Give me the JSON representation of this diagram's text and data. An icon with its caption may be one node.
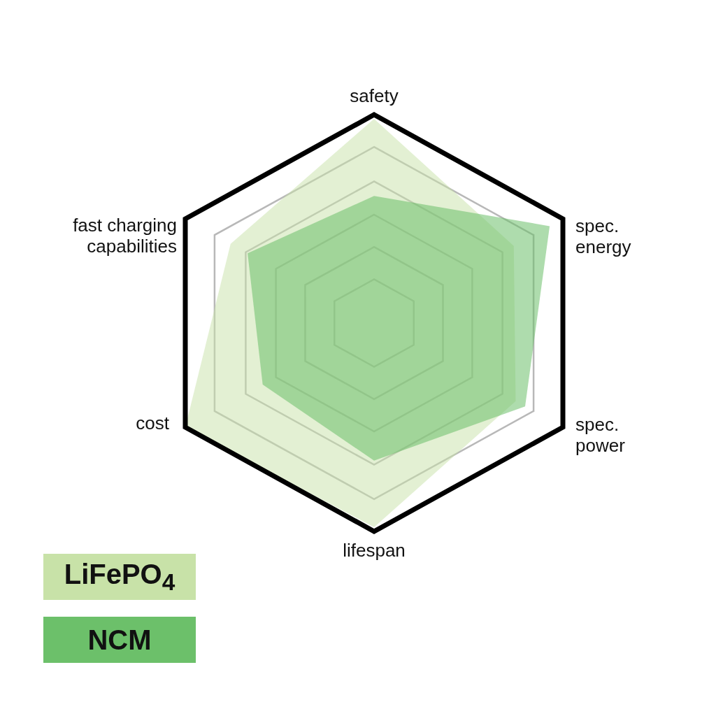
{
  "diagram": {
    "labels": [
      "safety",
      "spec. energy",
      "spec. power",
      "lifespan",
      "cost",
      "fast charging capabilities"
    ],
    "legend": [
      {
        "text": "LiFePO$_{4}$",
        "color": "#c8e2a8"
      },
      {
        "text": "NCM",
        "color": "#6cc06a"
      }
    ]
  }
}
